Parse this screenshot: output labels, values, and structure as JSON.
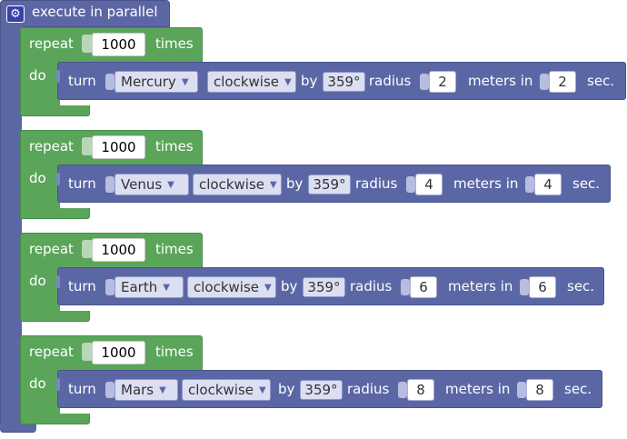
{
  "parallel": {
    "label": "execute in parallel",
    "icon": "gear-icon"
  },
  "loops": [
    {
      "repeat_label": "repeat",
      "count": "1000",
      "times_label": "times",
      "do_label": "do",
      "turn": {
        "label": "turn",
        "planet": "Mercury",
        "direction": "clockwise",
        "by_label": "by",
        "angle": "359°",
        "radius_label": "radius",
        "radius": "2",
        "meters_label": "meters in",
        "seconds": "2",
        "sec_label": "sec."
      }
    },
    {
      "repeat_label": "repeat",
      "count": "1000",
      "times_label": "times",
      "do_label": "do",
      "turn": {
        "label": "turn",
        "planet": "Venus",
        "direction": "clockwise",
        "by_label": "by",
        "angle": "359°",
        "radius_label": "radius",
        "radius": "4",
        "meters_label": "meters in",
        "seconds": "4",
        "sec_label": "sec."
      }
    },
    {
      "repeat_label": "repeat",
      "count": "1000",
      "times_label": "times",
      "do_label": "do",
      "turn": {
        "label": "turn",
        "planet": "Earth",
        "direction": "clockwise",
        "by_label": "by",
        "angle": "359°",
        "radius_label": "radius",
        "radius": "6",
        "meters_label": "meters in",
        "seconds": "6",
        "sec_label": "sec."
      }
    },
    {
      "repeat_label": "repeat",
      "count": "1000",
      "times_label": "times",
      "do_label": "do",
      "turn": {
        "label": "turn",
        "planet": "Mars",
        "direction": "clockwise",
        "by_label": "by",
        "angle": "359°",
        "radius_label": "radius",
        "radius": "8",
        "meters_label": "meters in",
        "seconds": "8",
        "sec_label": "sec."
      }
    }
  ],
  "colors": {
    "parallel": "#5b67a5",
    "repeat": "#5ba55b",
    "turn": "#5b67a5"
  }
}
